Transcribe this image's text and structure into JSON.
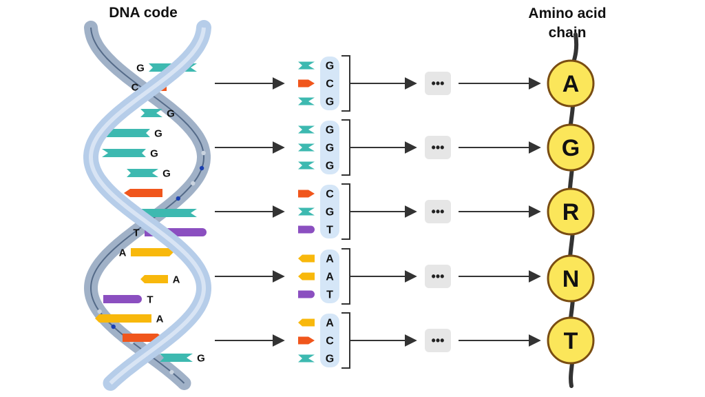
{
  "titles": {
    "dna": "DNA code",
    "amino_line1": "Amino acid",
    "amino_line2": "chain"
  },
  "colors": {
    "G": "#3db9b0",
    "C": "#f0561c",
    "T": "#8b4fc0",
    "A": "#f8b80c",
    "helix": "#b6cde9",
    "bead_fill": "#fbe65a",
    "bead_stroke": "#7a4d12",
    "chain": "#333333",
    "codon_box": "#d5e6f7",
    "ellipsis_box": "#e6e6e6",
    "arrow": "#333333"
  },
  "helix_bases": [
    {
      "base": "G"
    },
    {
      "base": "C"
    },
    {
      "base": "G"
    },
    {
      "base": "G"
    },
    {
      "base": "G"
    },
    {
      "base": "G"
    },
    {
      "base": "C"
    },
    {
      "base": "G"
    },
    {
      "base": "T"
    },
    {
      "base": "A"
    },
    {
      "base": "A"
    },
    {
      "base": "T"
    },
    {
      "base": "A"
    },
    {
      "base": "C"
    },
    {
      "base": "G"
    }
  ],
  "codons": [
    {
      "bases": [
        "G",
        "C",
        "G"
      ],
      "ellipsis": "•••",
      "amino_acid": "A"
    },
    {
      "bases": [
        "G",
        "G",
        "G"
      ],
      "ellipsis": "•••",
      "amino_acid": "G"
    },
    {
      "bases": [
        "C",
        "G",
        "T"
      ],
      "ellipsis": "•••",
      "amino_acid": "R"
    },
    {
      "bases": [
        "A",
        "A",
        "T"
      ],
      "ellipsis": "•••",
      "amino_acid": "N"
    },
    {
      "bases": [
        "A",
        "C",
        "G"
      ],
      "ellipsis": "•••",
      "amino_acid": "T"
    }
  ]
}
